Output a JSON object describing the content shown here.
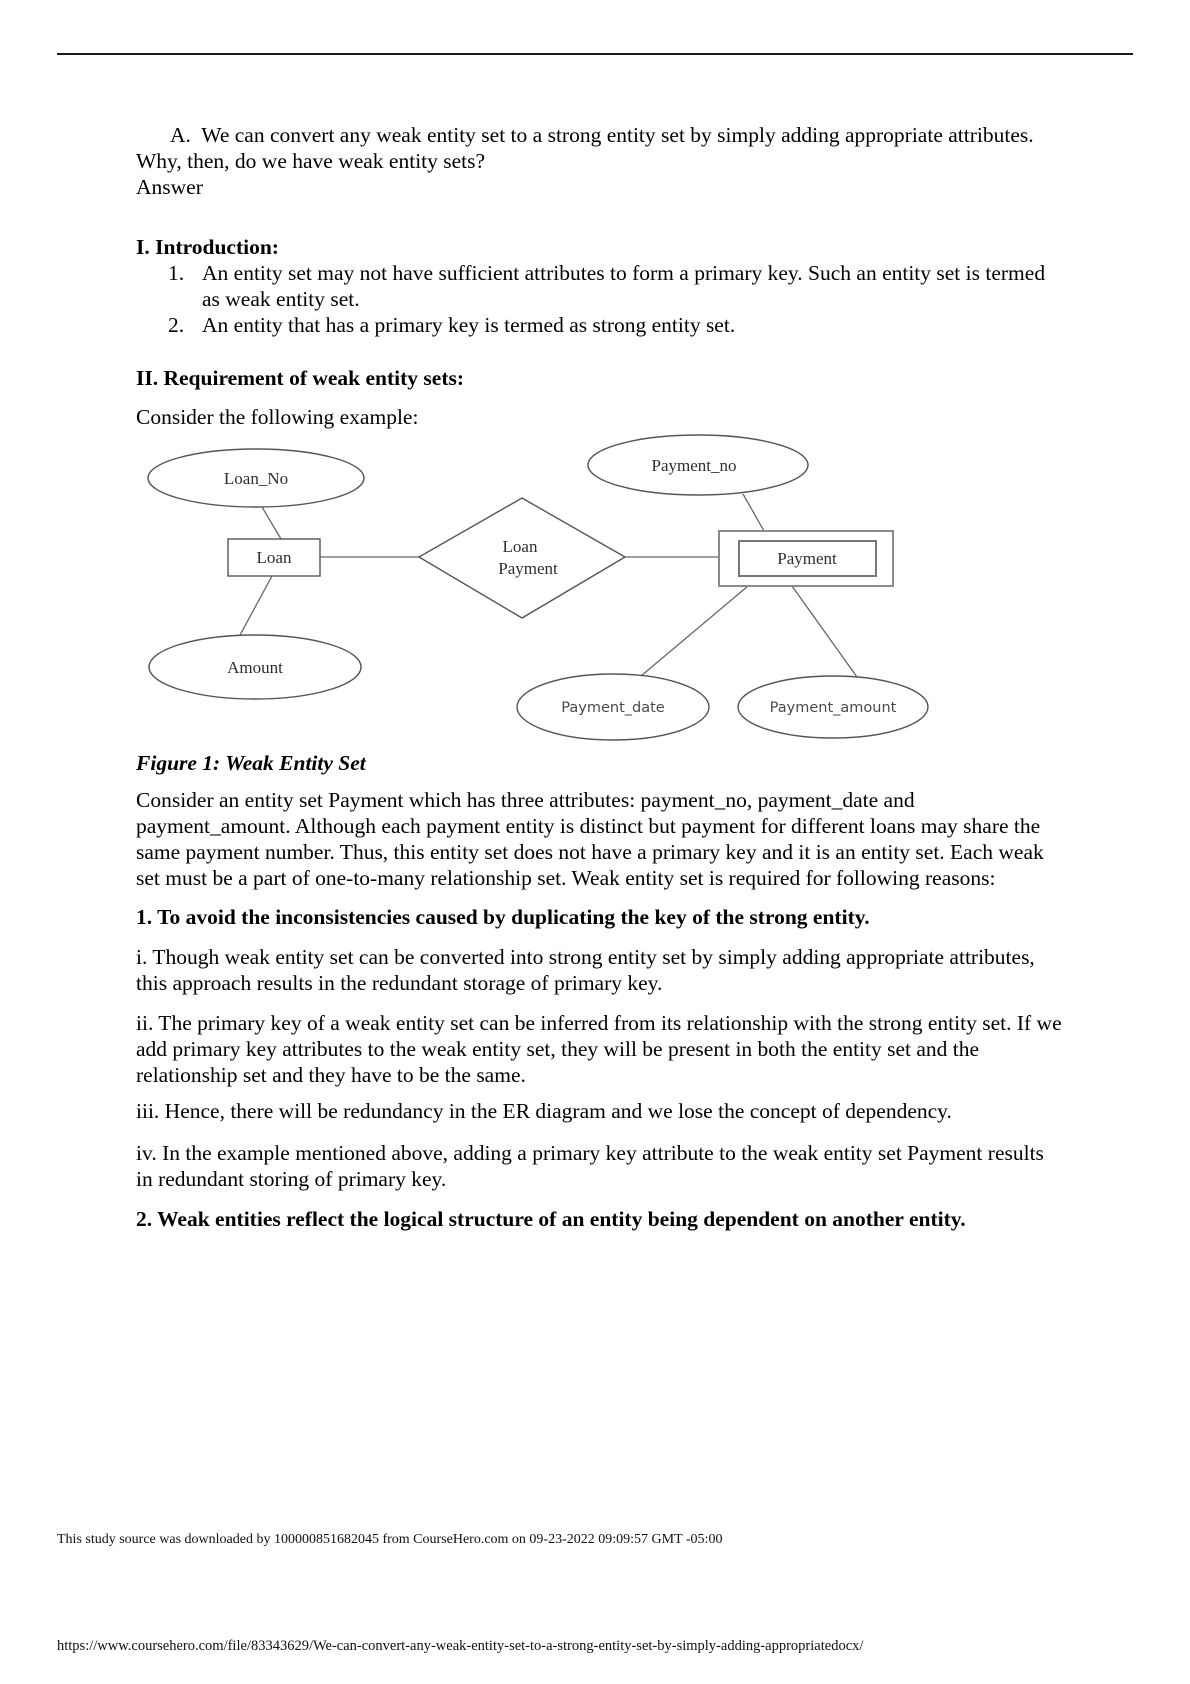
{
  "document": {
    "question_line": "A.  We can convert any weak entity set to a strong entity set by simply adding appropriate attributes. Why, then, do we have weak entity sets?",
    "answer_label": "Answer",
    "intro_heading": "I. Introduction:",
    "intro_items": [
      {
        "num": "1.",
        "text": "An entity set may not have sufficient attributes to form a primary key. Such an entity set is termed as weak entity set."
      },
      {
        "num": "2.",
        "text": "An entity that has a primary key is termed as strong entity set."
      }
    ],
    "requirement_heading": "II. Requirement of weak entity sets:",
    "consider_line": "Consider the following example:",
    "figure_caption": "Figure 1: Weak Entity Set",
    "paragraph1": "Consider an entity set Payment which has three attributes: payment_no, payment_date and payment_amount. Although each payment entity is distinct but payment for different loans may share the same payment number. Thus, this entity set does not have a primary key and it is an entity set. Each weak set must be a part of one-to-many relationship set. Weak entity set is required for following reasons:",
    "reason1_heading": "1. To avoid the inconsistencies caused by duplicating the key of the strong entity.",
    "reason1_points": [
      "i. Though weak entity set can be converted into strong entity set by simply adding appropriate attributes, this approach results in the redundant storage of primary key.",
      "ii. The primary key of a weak entity set can be inferred from its relationship with the strong entity set. If we add primary key attributes to the weak entity set, they will be present in both the entity set and the relationship set and they have to be the same.",
      "iii. Hence, there will be redundancy in the ER diagram and we lose the concept of dependency.",
      "iv. In the example mentioned above, adding a primary key attribute to the weak entity set Payment results in redundant storing of primary key."
    ],
    "reason2_heading": "2. Weak entities reflect the logical structure of an entity being dependent on another entity.",
    "footer_line": "This study source was downloaded by 100000851682045 from CourseHero.com on 09-23-2022 09:09:57 GMT -05:00",
    "footer_url": "https://www.coursehero.com/file/83343629/We-can-convert-any-weak-entity-set-to-a-strong-entity-set-by-simply-adding-appropriatedocx/"
  },
  "diagram": {
    "loan_no_label": "Loan_No",
    "loan_label": "Loan",
    "amount_label": "Amount",
    "relationship_line1": "Loan",
    "relationship_line2": "Payment",
    "payment_no_label": "Payment_no",
    "payment_label": "Payment",
    "payment_date_label": "Payment_date",
    "payment_amount_label": "Payment_amount"
  }
}
